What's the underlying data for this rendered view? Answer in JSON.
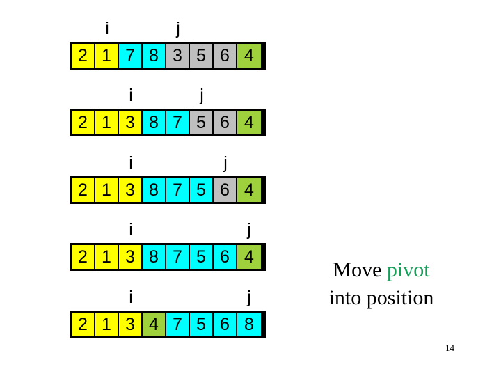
{
  "slide": {
    "page_number": "14",
    "caption": {
      "line1_prefix": "Move ",
      "line1_highlight": "pivot",
      "line2": "into position"
    },
    "colors": {
      "yellow": "#ffff00",
      "cyan": "#00ffff",
      "gray": "#bfbfbf",
      "green": "#9fd13c",
      "pivot_text": "#15a05a",
      "border": "#000000",
      "background": "#ffffff"
    },
    "pointer_labels": {
      "i": "i",
      "j": "j"
    },
    "rows": [
      {
        "id": "row-1",
        "values": [
          "2",
          "1",
          "7",
          "8",
          "3",
          "5",
          "6",
          "4"
        ],
        "colors": [
          "yellow",
          "yellow",
          "cyan",
          "cyan",
          "gray",
          "gray",
          "gray",
          "green"
        ],
        "i_index": 1,
        "j_index": 4
      },
      {
        "id": "row-2",
        "values": [
          "2",
          "1",
          "3",
          "8",
          "7",
          "5",
          "6",
          "4"
        ],
        "colors": [
          "yellow",
          "yellow",
          "yellow",
          "cyan",
          "cyan",
          "gray",
          "gray",
          "green"
        ],
        "i_index": 2,
        "j_index": 5
      },
      {
        "id": "row-3",
        "values": [
          "2",
          "1",
          "3",
          "8",
          "7",
          "5",
          "6",
          "4"
        ],
        "colors": [
          "yellow",
          "yellow",
          "yellow",
          "cyan",
          "cyan",
          "cyan",
          "gray",
          "green"
        ],
        "i_index": 2,
        "j_index": 6
      },
      {
        "id": "row-4",
        "values": [
          "2",
          "1",
          "3",
          "8",
          "7",
          "5",
          "6",
          "4"
        ],
        "colors": [
          "yellow",
          "yellow",
          "yellow",
          "cyan",
          "cyan",
          "cyan",
          "cyan",
          "green"
        ],
        "i_index": 2,
        "j_index": 7
      },
      {
        "id": "row-5",
        "values": [
          "2",
          "1",
          "3",
          "4",
          "7",
          "5",
          "6",
          "8"
        ],
        "colors": [
          "yellow",
          "yellow",
          "yellow",
          "green",
          "cyan",
          "cyan",
          "cyan",
          "cyan"
        ],
        "i_index": 2,
        "j_index": 7
      }
    ],
    "row_tops": [
      26,
      122,
      219,
      315,
      412
    ]
  }
}
